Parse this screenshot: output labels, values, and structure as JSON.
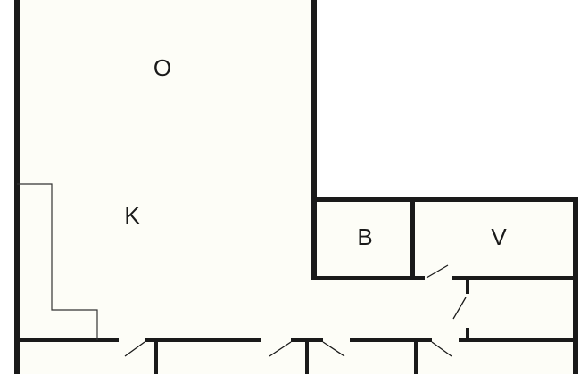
{
  "colors": {
    "wall": "#1a1a1a",
    "fixture": "#333333",
    "room_fill": "#fdfdf7",
    "background": "#ffffff"
  },
  "rooms": {
    "living": "O",
    "kitchen": "K",
    "bath": "B",
    "storage": "V"
  }
}
